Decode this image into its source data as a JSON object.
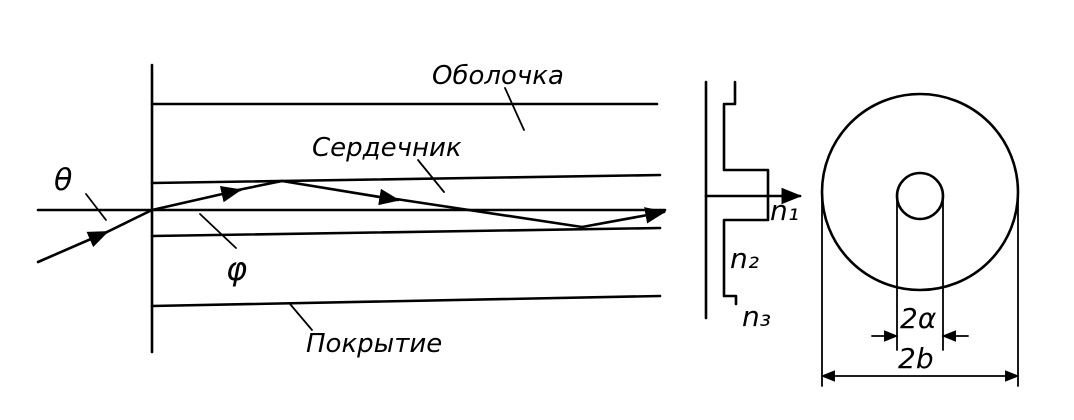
{
  "labels": {
    "cladding": "Оболочка",
    "core": "Сердечник",
    "coating": "Покрытие",
    "theta": "θ",
    "phi": "φ",
    "n1": "n₁",
    "n2": "n₂",
    "n3": "n₃",
    "core_diameter": "2α",
    "outer_diameter": "2b"
  },
  "colors": {
    "ink": "#000000",
    "paper": "#ffffff"
  }
}
